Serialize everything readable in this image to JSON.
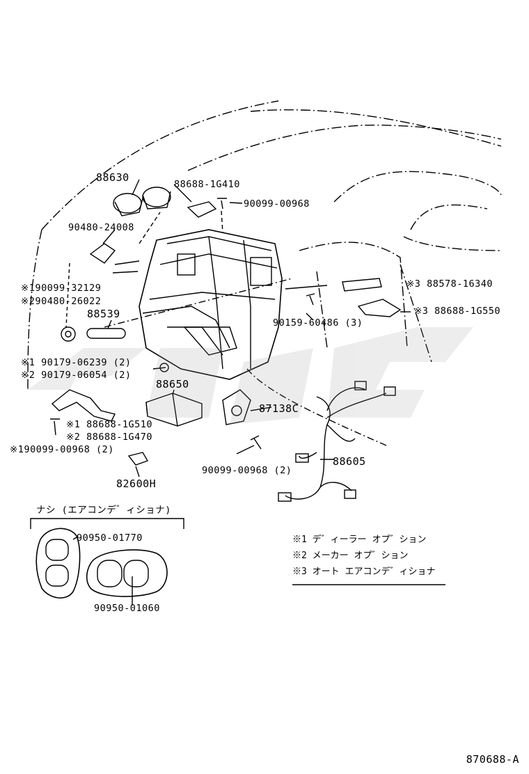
{
  "labels": {
    "p88630": "88630",
    "p88688_1G410": "88688-1G410",
    "p90099_00968_top": "90099-00968",
    "p90480_24008": "90480-24008",
    "p1_90099_32129": "※190099-32129",
    "p2_90480_26022": "※290480-26022",
    "p88539": "88539",
    "p3_88578_16340": "※3 88578-16340",
    "p3_88688_1G550": "※3 88688-1G550",
    "p90159_60486": "90159-60486 (3)",
    "p1_90179_06239": "※1 90179-06239 (2)",
    "p2_90179_06054": "※2 90179-06054 (2)",
    "p88650": "88650",
    "p87138C": "87138C",
    "p1_88688_1G510": "※1 88688-1G510",
    "p2_88688_1G470": "※2 88688-1G470",
    "p1_90099_00968": "※190099-00968 (2)",
    "p90099_00968_low": "90099-00968 (2)",
    "p88605": "88605",
    "p82600H": "82600H",
    "p90950_01770": "90950-01770",
    "p90950_01060": "90950-01060"
  },
  "subgroup_title": "ナシ (エアコンデ゛ィショナ)",
  "legend": [
    "※1 デ゛ィーラー オプ゛ション",
    "※2 メーカー オプ゛ション",
    "※3 オート エアコンデ゛ィショナ"
  ],
  "reference_code": "870688-A"
}
